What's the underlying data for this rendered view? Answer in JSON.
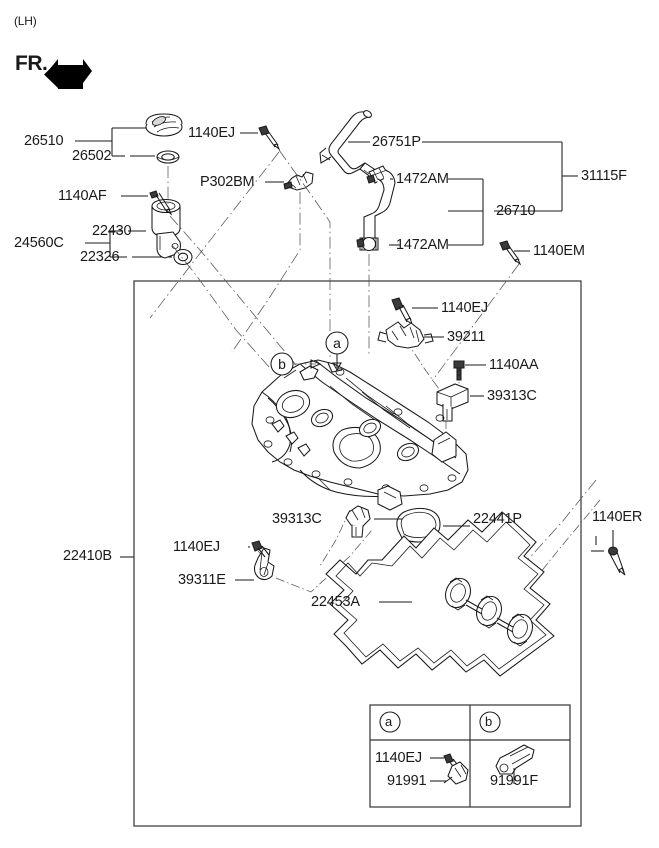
{
  "diagram": {
    "side_note": "(LH)",
    "orientation_label": "FR.",
    "orientation_icon": "front-direction-arrow"
  },
  "labels": {
    "oil_filler_cap_group": "26510",
    "oil_filler_cap_oring": "26502",
    "bolt_1140ej_top": "1140EJ",
    "oil_level_sensor": "P302BM",
    "hose_pcv": "26751P",
    "clamp_upper": "1472AM",
    "clamp_lower": "1472AM",
    "breather_hose": "26710",
    "hose_assembly_group": "31115F",
    "bolt_1140em": "1140EM",
    "bolt_1140af": "1140AF",
    "oil_filler_neck_group": "24560C",
    "oil_filler_neck": "22430",
    "filler_neck_oring": "22326",
    "bolt_1140ej_mid": "1140EJ",
    "connector_bracket": "39211",
    "bolt_1140aa": "1140AA",
    "cam_sensor_upper": "39313C",
    "cam_sensor_lower": "39313C",
    "rocker_cover": "22410B",
    "bolt_1140ej_low": "1140EJ",
    "sensor_bracket": "39311E",
    "oil_cap_seal": "22441P",
    "rocker_cover_gasket": "22453A",
    "bolt_1140er": "1140ER",
    "callout_a": "a",
    "callout_b": "b"
  },
  "legend": {
    "columns": [
      {
        "key": "a",
        "items": [
          {
            "code": "1140EJ",
            "icon": "bolt-icon"
          },
          {
            "code": "91991",
            "icon": "clip-bracket-icon"
          }
        ]
      },
      {
        "key": "b",
        "items": [
          {
            "code": "91991F",
            "icon": "wire-clip-icon"
          }
        ]
      }
    ]
  },
  "colors": {
    "line": "#1a1a1a",
    "frame": "#333333",
    "leader_dash": "#555555",
    "background": "#ffffff"
  }
}
